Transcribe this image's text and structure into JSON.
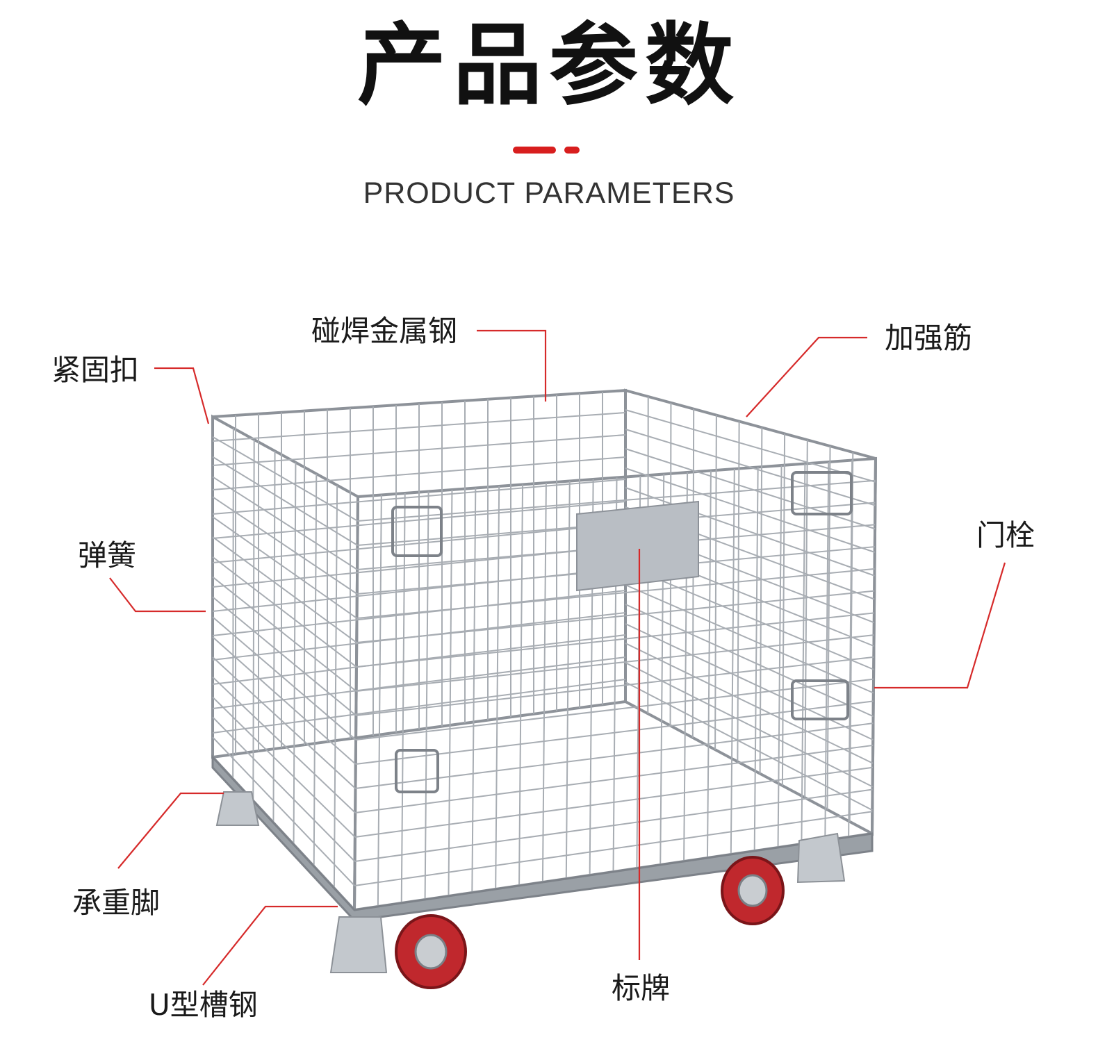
{
  "header": {
    "title": "产品参数",
    "subtitle": "PRODUCT PARAMETERS"
  },
  "labels": {
    "weld": "碰焊金属钢",
    "clasp": "紧固扣",
    "rib": "加强筋",
    "spring": "弹簧",
    "latch": "门栓",
    "foot": "承重脚",
    "tag": "标牌",
    "uchannel": "U型槽钢"
  },
  "colors": {
    "accent": "#d81e1e",
    "leader_line": "#d62a2a",
    "wire": "#a8adb3",
    "frame": "#8d9299",
    "plate": "#b9bec4",
    "wheel": "#c0282d",
    "hub": "#c9cdd1"
  }
}
